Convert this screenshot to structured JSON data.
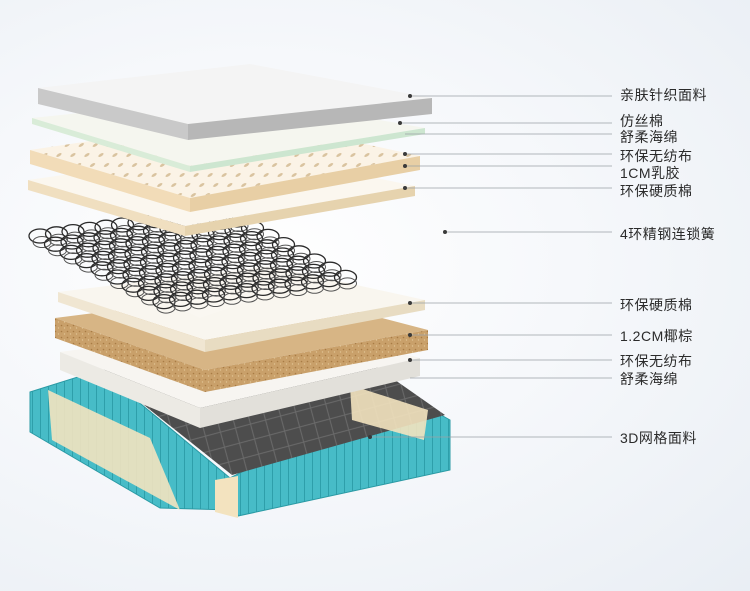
{
  "layers": [
    {
      "id": "knit",
      "label": "亲肤针织面料"
    },
    {
      "id": "silk",
      "label": "仿丝棉"
    },
    {
      "id": "sponge-top",
      "label": "舒柔海绵"
    },
    {
      "id": "nonwoven-top",
      "label": "环保无纺布"
    },
    {
      "id": "latex",
      "label": "1CM乳胶"
    },
    {
      "id": "felt-top",
      "label": "环保硬质棉"
    },
    {
      "id": "spring",
      "label": "4环精钢连锁簧"
    },
    {
      "id": "felt-bottom",
      "label": "环保硬质棉"
    },
    {
      "id": "coir",
      "label": "1.2CM椰棕"
    },
    {
      "id": "nonwoven-bottom",
      "label": "环保无纺布"
    },
    {
      "id": "sponge-bottom",
      "label": "舒柔海绵"
    },
    {
      "id": "mesh",
      "label": "3D网格面料"
    }
  ],
  "colors": {
    "knit": "#ededed",
    "latex": "#f6e8d2",
    "coir": "#c49a63",
    "mesh": "#555555",
    "border": "#3fb8c4"
  }
}
